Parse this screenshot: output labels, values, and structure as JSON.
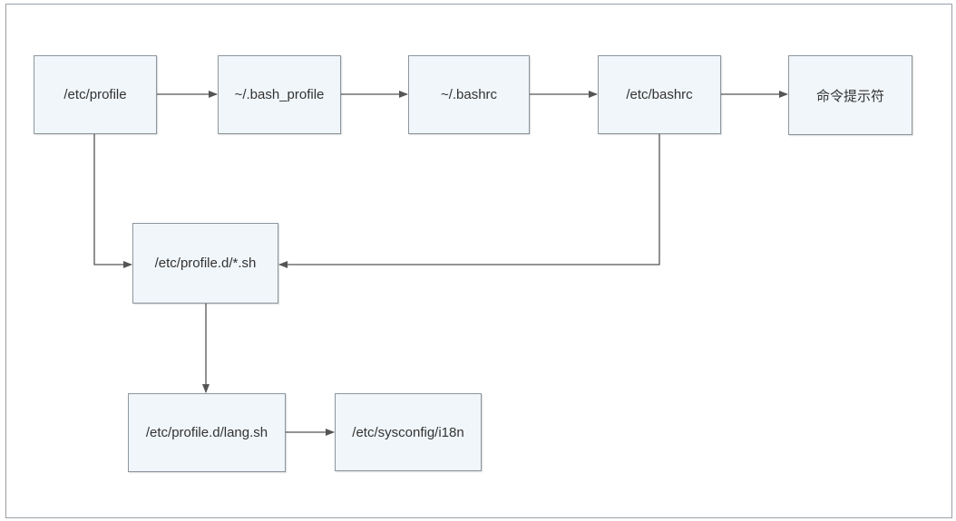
{
  "diagram": {
    "nodes": {
      "etc_profile": "/etc/profile",
      "bash_profile": "~/.bash_profile",
      "bashrc_home": "~/.bashrc",
      "bashrc_etc": "/etc/bashrc",
      "prompt": "命令提示符",
      "profile_d": "/etc/profile.d/*.sh",
      "lang_sh": "/etc/profile.d/lang.sh",
      "sysconfig_i18n": "/etc/sysconfig/i18n"
    },
    "edges": [
      {
        "from": "etc_profile",
        "to": "bash_profile"
      },
      {
        "from": "bash_profile",
        "to": "bashrc_home"
      },
      {
        "from": "bashrc_home",
        "to": "bashrc_etc"
      },
      {
        "from": "bashrc_etc",
        "to": "prompt"
      },
      {
        "from": "etc_profile",
        "to": "profile_d"
      },
      {
        "from": "bashrc_etc",
        "to": "profile_d"
      },
      {
        "from": "profile_d",
        "to": "lang_sh"
      },
      {
        "from": "lang_sh",
        "to": "sysconfig_i18n"
      }
    ],
    "colors": {
      "node_fill": "#f1f6fa",
      "node_border": "#8c969e",
      "connector": "#555555"
    }
  }
}
